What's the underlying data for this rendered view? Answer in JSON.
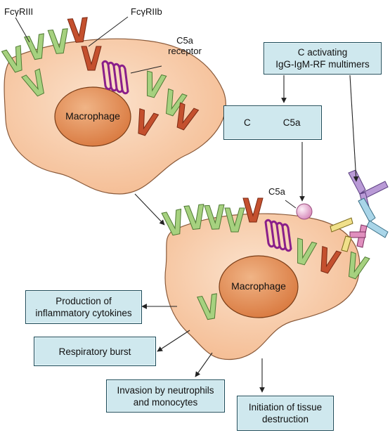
{
  "labels": {
    "fcgriii": "FcγRIII",
    "fcgriib": "FcγRIIb",
    "c5a_receptor_line1": "C5a",
    "c5a_receptor_line2": "receptor",
    "macrophage_top": "Macrophage",
    "macrophage_bottom": "Macrophage",
    "c5a_free": "C5a"
  },
  "boxes": {
    "activating": {
      "line1": "C activating",
      "line2": "IgG-IgM-RF multimers"
    },
    "conversion": {
      "from": "C",
      "to": "C5a"
    },
    "cytokines": {
      "line1": "Production of",
      "line2": "inflammatory cytokines"
    },
    "burst": {
      "line1": "Respiratory burst"
    },
    "invasion": {
      "line1": "Invasion by neutrophils",
      "line2": "and monocytes"
    },
    "destruction": {
      "line1": "Initiation of tissue",
      "line2": "destruction"
    }
  },
  "colors": {
    "cell_fill": "#f7c8a2",
    "nucleus_fill": "#e6905b",
    "fcgriii_green": "#a6d17f",
    "fcgriib_red": "#c4502e",
    "c5a_receptor_purple": "#8a1f8a",
    "box_fill": "#cfe8ee",
    "c5a_sphere": "#e9b7d8"
  }
}
